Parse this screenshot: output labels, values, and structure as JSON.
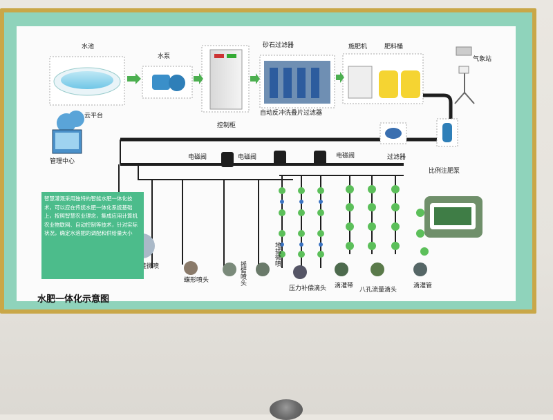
{
  "poster": {
    "title": "水肥一体化示意图",
    "description": "智慧灌溉采用独特的智能水肥一体化技术，可以应在传统水肥一体化系统基础上，按照智慧农业理念，集成应用计算机农业物联网、自动控制等技术，针对实际状况，确定水溶肥的调配和供给量大小",
    "labels": {
      "pool": "水池",
      "pump": "水泵",
      "control": "控制柜",
      "sand_filter": "砂石过滤器",
      "disc_filter": "自动反冲洗叠片过滤器",
      "fertilizer_machine": "施肥机",
      "fertilizer_tank": "肥料桶",
      "weather": "气象站",
      "cloud": "云平台",
      "mgmt": "管理中心",
      "valve1": "电磁阀",
      "valve2": "电磁阀",
      "valve3": "电磁阀",
      "filter": "过滤器",
      "ratio_pump": "比例注肥泵",
      "hanging_spray": "吊挂微喷",
      "butterfly": "蝶形喷头",
      "rocker": "摇臂喷头",
      "ground_spray": "地插微喷",
      "pressure_drip": "压力补偿滴头",
      "drip_tape": "滴灌带",
      "eight_hole": "八孔流量滴头",
      "drip_pipe": "滴灌管"
    },
    "colors": {
      "frame": "#c9a748",
      "mat": "#8fd3bb",
      "pipe": "#1e1e1e",
      "arrow": "#4caf50",
      "description_bg": "#4cbc8b"
    }
  }
}
